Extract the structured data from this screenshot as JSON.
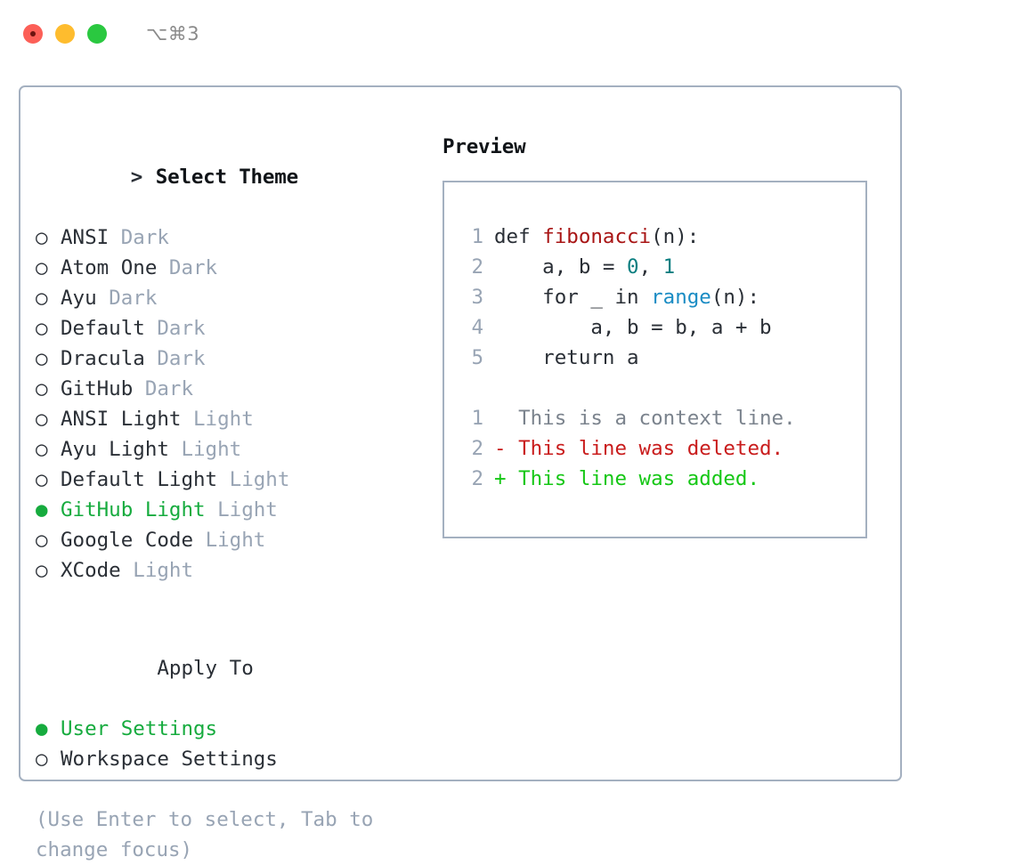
{
  "titlebar": {
    "shortcut": "⌥⌘3",
    "buttons": [
      {
        "name": "close",
        "color": "#fc5f57"
      },
      {
        "name": "minimize",
        "color": "#febc2e"
      },
      {
        "name": "maximize",
        "color": "#2ac840"
      }
    ]
  },
  "theme_picker": {
    "heading": "Select Theme",
    "heading_marker": ">",
    "marker_selected": "●",
    "marker_unselected": "○",
    "selected_color": "#16ab3e",
    "badge_color": "#98a4b4",
    "items": [
      {
        "label": "ANSI",
        "badge": "Dark",
        "selected": false
      },
      {
        "label": "Atom One",
        "badge": "Dark",
        "selected": false
      },
      {
        "label": "Ayu",
        "badge": "Dark",
        "selected": false
      },
      {
        "label": "Default",
        "badge": "Dark",
        "selected": false
      },
      {
        "label": "Dracula",
        "badge": "Dark",
        "selected": false
      },
      {
        "label": "GitHub",
        "badge": "Dark",
        "selected": false
      },
      {
        "label": "ANSI Light",
        "badge": "Light",
        "selected": false
      },
      {
        "label": "Ayu Light",
        "badge": "Light",
        "selected": false
      },
      {
        "label": "Default Light",
        "badge": "Light",
        "selected": false
      },
      {
        "label": "GitHub Light",
        "badge": "Light",
        "selected": true
      },
      {
        "label": "Google Code",
        "badge": "Light",
        "selected": false
      },
      {
        "label": "XCode",
        "badge": "Light",
        "selected": false
      }
    ]
  },
  "apply_to": {
    "title": "Apply To",
    "items": [
      {
        "label": "User Settings",
        "selected": true
      },
      {
        "label": "Workspace Settings",
        "selected": false
      }
    ]
  },
  "hint": "(Use Enter to select, Tab to change focus)",
  "preview": {
    "title": "Preview",
    "code_lines": [
      {
        "no": "1",
        "segments": [
          {
            "text": "def ",
            "style": "plain"
          },
          {
            "text": "fibonacci",
            "style": "fn"
          },
          {
            "text": "(n):",
            "style": "plain"
          }
        ]
      },
      {
        "no": "2",
        "segments": [
          {
            "text": "    a, b = ",
            "style": "plain"
          },
          {
            "text": "0",
            "style": "num"
          },
          {
            "text": ", ",
            "style": "plain"
          },
          {
            "text": "1",
            "style": "num"
          }
        ]
      },
      {
        "no": "3",
        "segments": [
          {
            "text": "    for _ in ",
            "style": "plain"
          },
          {
            "text": "range",
            "style": "call"
          },
          {
            "text": "(n):",
            "style": "plain"
          }
        ]
      },
      {
        "no": "4",
        "segments": [
          {
            "text": "        a, b = b, a + b",
            "style": "plain"
          }
        ]
      },
      {
        "no": "5",
        "segments": [
          {
            "text": "    return a",
            "style": "plain"
          }
        ]
      }
    ],
    "diff_lines": [
      {
        "no": "1",
        "sign": " ",
        "text": "This is a context line.",
        "kind": "ctx"
      },
      {
        "no": "2",
        "sign": "-",
        "text": "This line was deleted.",
        "kind": "del"
      },
      {
        "no": "2",
        "sign": "+",
        "text": "This line was added.",
        "kind": "add"
      }
    ],
    "colors": {
      "function": "#a81414",
      "number": "#097e80",
      "builtin": "#1a8cc4",
      "line_number": "#98a4b4",
      "diff_context": "#7b838d",
      "diff_deleted": "#c91c1c",
      "diff_added": "#15c715",
      "border": "#a4b0c0"
    }
  }
}
